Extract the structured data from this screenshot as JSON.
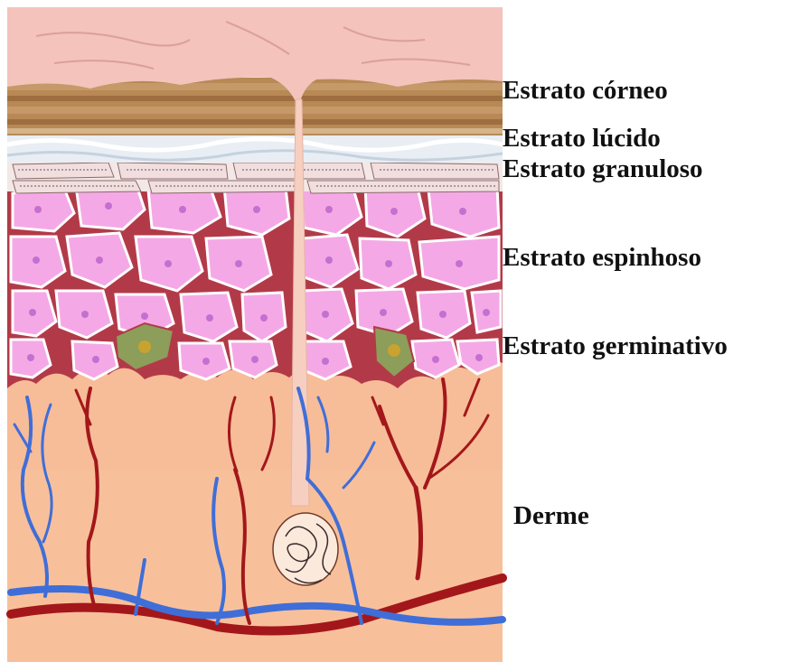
{
  "labels": {
    "corneo": "Estrato córneo",
    "lucido": "Estrato lúcido",
    "granuloso": "Estrato granuloso",
    "espinhoso": "Estrato espinhoso",
    "germinativo": "Estrato germinativo",
    "derme": "Derme"
  },
  "colors": {
    "surface": "#f3c3bc",
    "corneum": "#b88955",
    "lucidum": "#e8eef4",
    "cell": "#f4a9e6",
    "cell_border": "#ffffff",
    "tissue_red": "#b23a48",
    "nucleus": "#c66fd1",
    "melanocyte": "#8c9e5a",
    "dermis": "#f8c09a",
    "artery": "#a3171b",
    "vein": "#3f6ed8",
    "hair": "#f6cfc0"
  }
}
